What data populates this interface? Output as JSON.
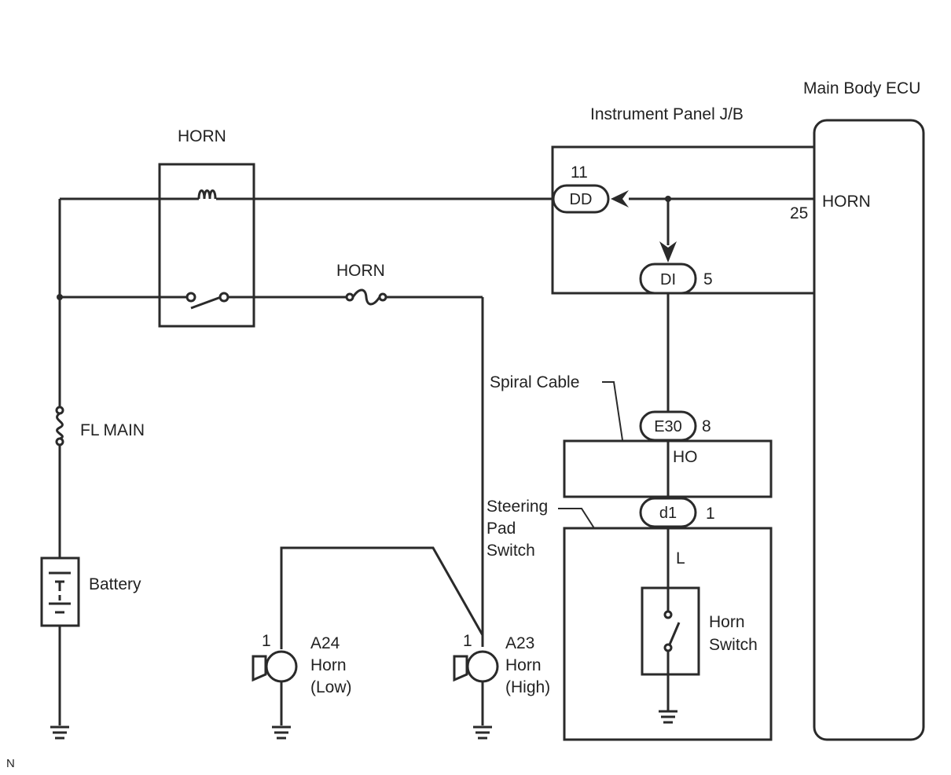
{
  "labels": {
    "main_body_ecu": "Main Body ECU",
    "instrument_panel_jb": "Instrument Panel J/B",
    "horn_relay": "HORN",
    "horn_fuse": "HORN",
    "ecu_horn_terminal": "HORN",
    "ecu_terminal_pin": "25",
    "fl_main": "FL MAIN",
    "battery": "Battery",
    "spiral_cable": "Spiral Cable",
    "steering_pad_switch_line1": "Steering",
    "steering_pad_switch_line2": "Pad",
    "steering_pad_switch_line3": "Switch",
    "spiral_ho": "HO",
    "switch_l": "L",
    "horn_switch_line1": "Horn",
    "horn_switch_line2": "Switch",
    "horn_low_code": "A24",
    "horn_low_line2": "Horn",
    "horn_low_line3": "(Low)",
    "horn_low_pin": "1",
    "horn_high_code": "A23",
    "horn_high_line2": "Horn",
    "horn_high_line3": "(High)",
    "horn_high_pin": "1",
    "corner_mark": "N"
  },
  "connectors": {
    "dd": {
      "code": "DD",
      "pin": "11"
    },
    "di": {
      "code": "DI",
      "pin": "5"
    },
    "e30": {
      "code": "E30",
      "pin": "8"
    },
    "d1": {
      "code": "d1",
      "pin": "1"
    }
  },
  "colors": {
    "line": "#2a2a2a",
    "background": "#ffffff",
    "text": "#222222"
  }
}
